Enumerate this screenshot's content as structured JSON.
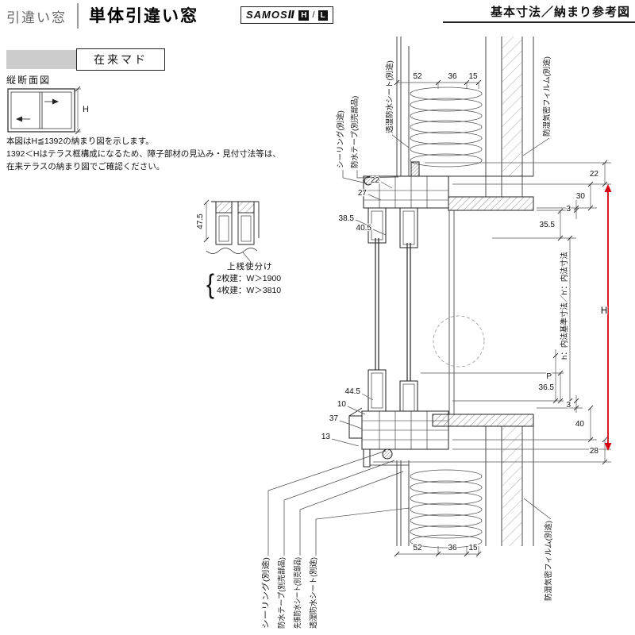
{
  "header": {
    "category": "引違い窓",
    "title": "単体引違い窓",
    "series": "SAMOSⅡ",
    "grades": [
      "H",
      "L"
    ],
    "right_title": "基本寸法／納まり参考図"
  },
  "subheader": {
    "frame_type": "在来マド",
    "section_label": "縦断面図"
  },
  "elevation": {
    "h_label": "H"
  },
  "note": {
    "lines": [
      "本図はH≦1392の納まり図を示します。",
      "1392＜Hはテラス框構成になるため、障子部材の見込み・見付寸法等は、",
      "在来テラスの納まり図でご確認ください。"
    ]
  },
  "detail": {
    "dim": "47.5",
    "title": "上桟使分け",
    "rows": [
      "2枚建：W＞1900",
      "4枚建：W＞3810"
    ]
  },
  "callouts": {
    "top": [
      "シーリング(別途)",
      "防水テープ(別売部品)",
      "透湿防水シート(別途)",
      "防湿気密フィルム(別途)"
    ],
    "bottom": [
      "シーリング(別途)",
      "防水テープ(別売部品)",
      "先張防水シート(別売部品)",
      "透湿防水シート(別途)",
      "防湿気密フィルム(別途)"
    ]
  },
  "dims": {
    "top": [
      "52",
      "36",
      "15"
    ],
    "bottom": [
      "52",
      "36",
      "15"
    ],
    "left_head": [
      "22",
      "27",
      "38.5",
      "40.5"
    ],
    "left_sill": [
      "44.5",
      "10",
      "37",
      "13"
    ],
    "right_head": [
      "22",
      "30",
      "3",
      "35.5"
    ],
    "right_sill": [
      "36.5",
      "3",
      "40",
      "28"
    ],
    "p_label": "P",
    "h_label": "H",
    "h_note": "h：内法基準寸法／h'：内法寸法"
  },
  "colors": {
    "accent_red": "#d7000f"
  }
}
